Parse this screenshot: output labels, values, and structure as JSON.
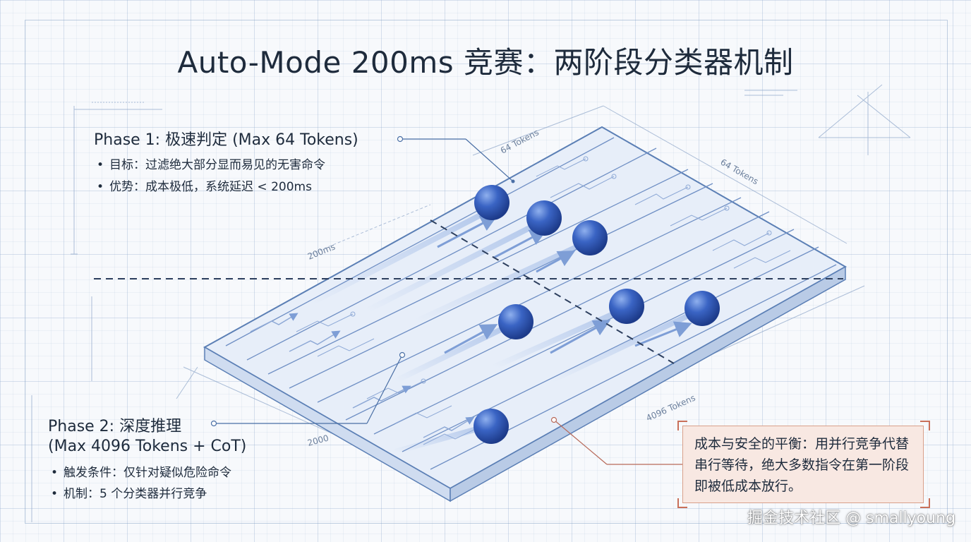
{
  "title": "Auto-Mode 200ms 竞赛：两阶段分类器机制",
  "phase1": {
    "title": "Phase 1: 极速判定 (Max 64 Tokens)",
    "bullets": [
      "目标：过滤绝大部分显而易见的无害命令",
      "优势：成本极低，系统延迟 < 200ms"
    ]
  },
  "phase2": {
    "title_line1": "Phase 2: 深度推理",
    "title_line2": "(Max 4096 Tokens + CoT)",
    "bullets": [
      "触发条件：仅针对疑似危险命令",
      "机制：5 个分类器并行竞争"
    ]
  },
  "board_labels": {
    "tokens_64_a": "64 Tokens",
    "tokens_64_b": "64 Tokens",
    "time_200ms": "200ms",
    "tokens_4096": "4096 Tokens",
    "scale_2000": "2000"
  },
  "note": {
    "text": "成本与安全的平衡：用并行竞争代替串行等待，绝大多数指令在第一阶段即被低成本放行。"
  },
  "watermark": "掘金技术社区 @ smallyoung",
  "colors": {
    "sphere": "#3a64c4",
    "board_line": "#5b7fb5",
    "note_background": "#f8e8e2",
    "note_border": "#d9a08a",
    "dashed_line": "#2d3f5e"
  }
}
